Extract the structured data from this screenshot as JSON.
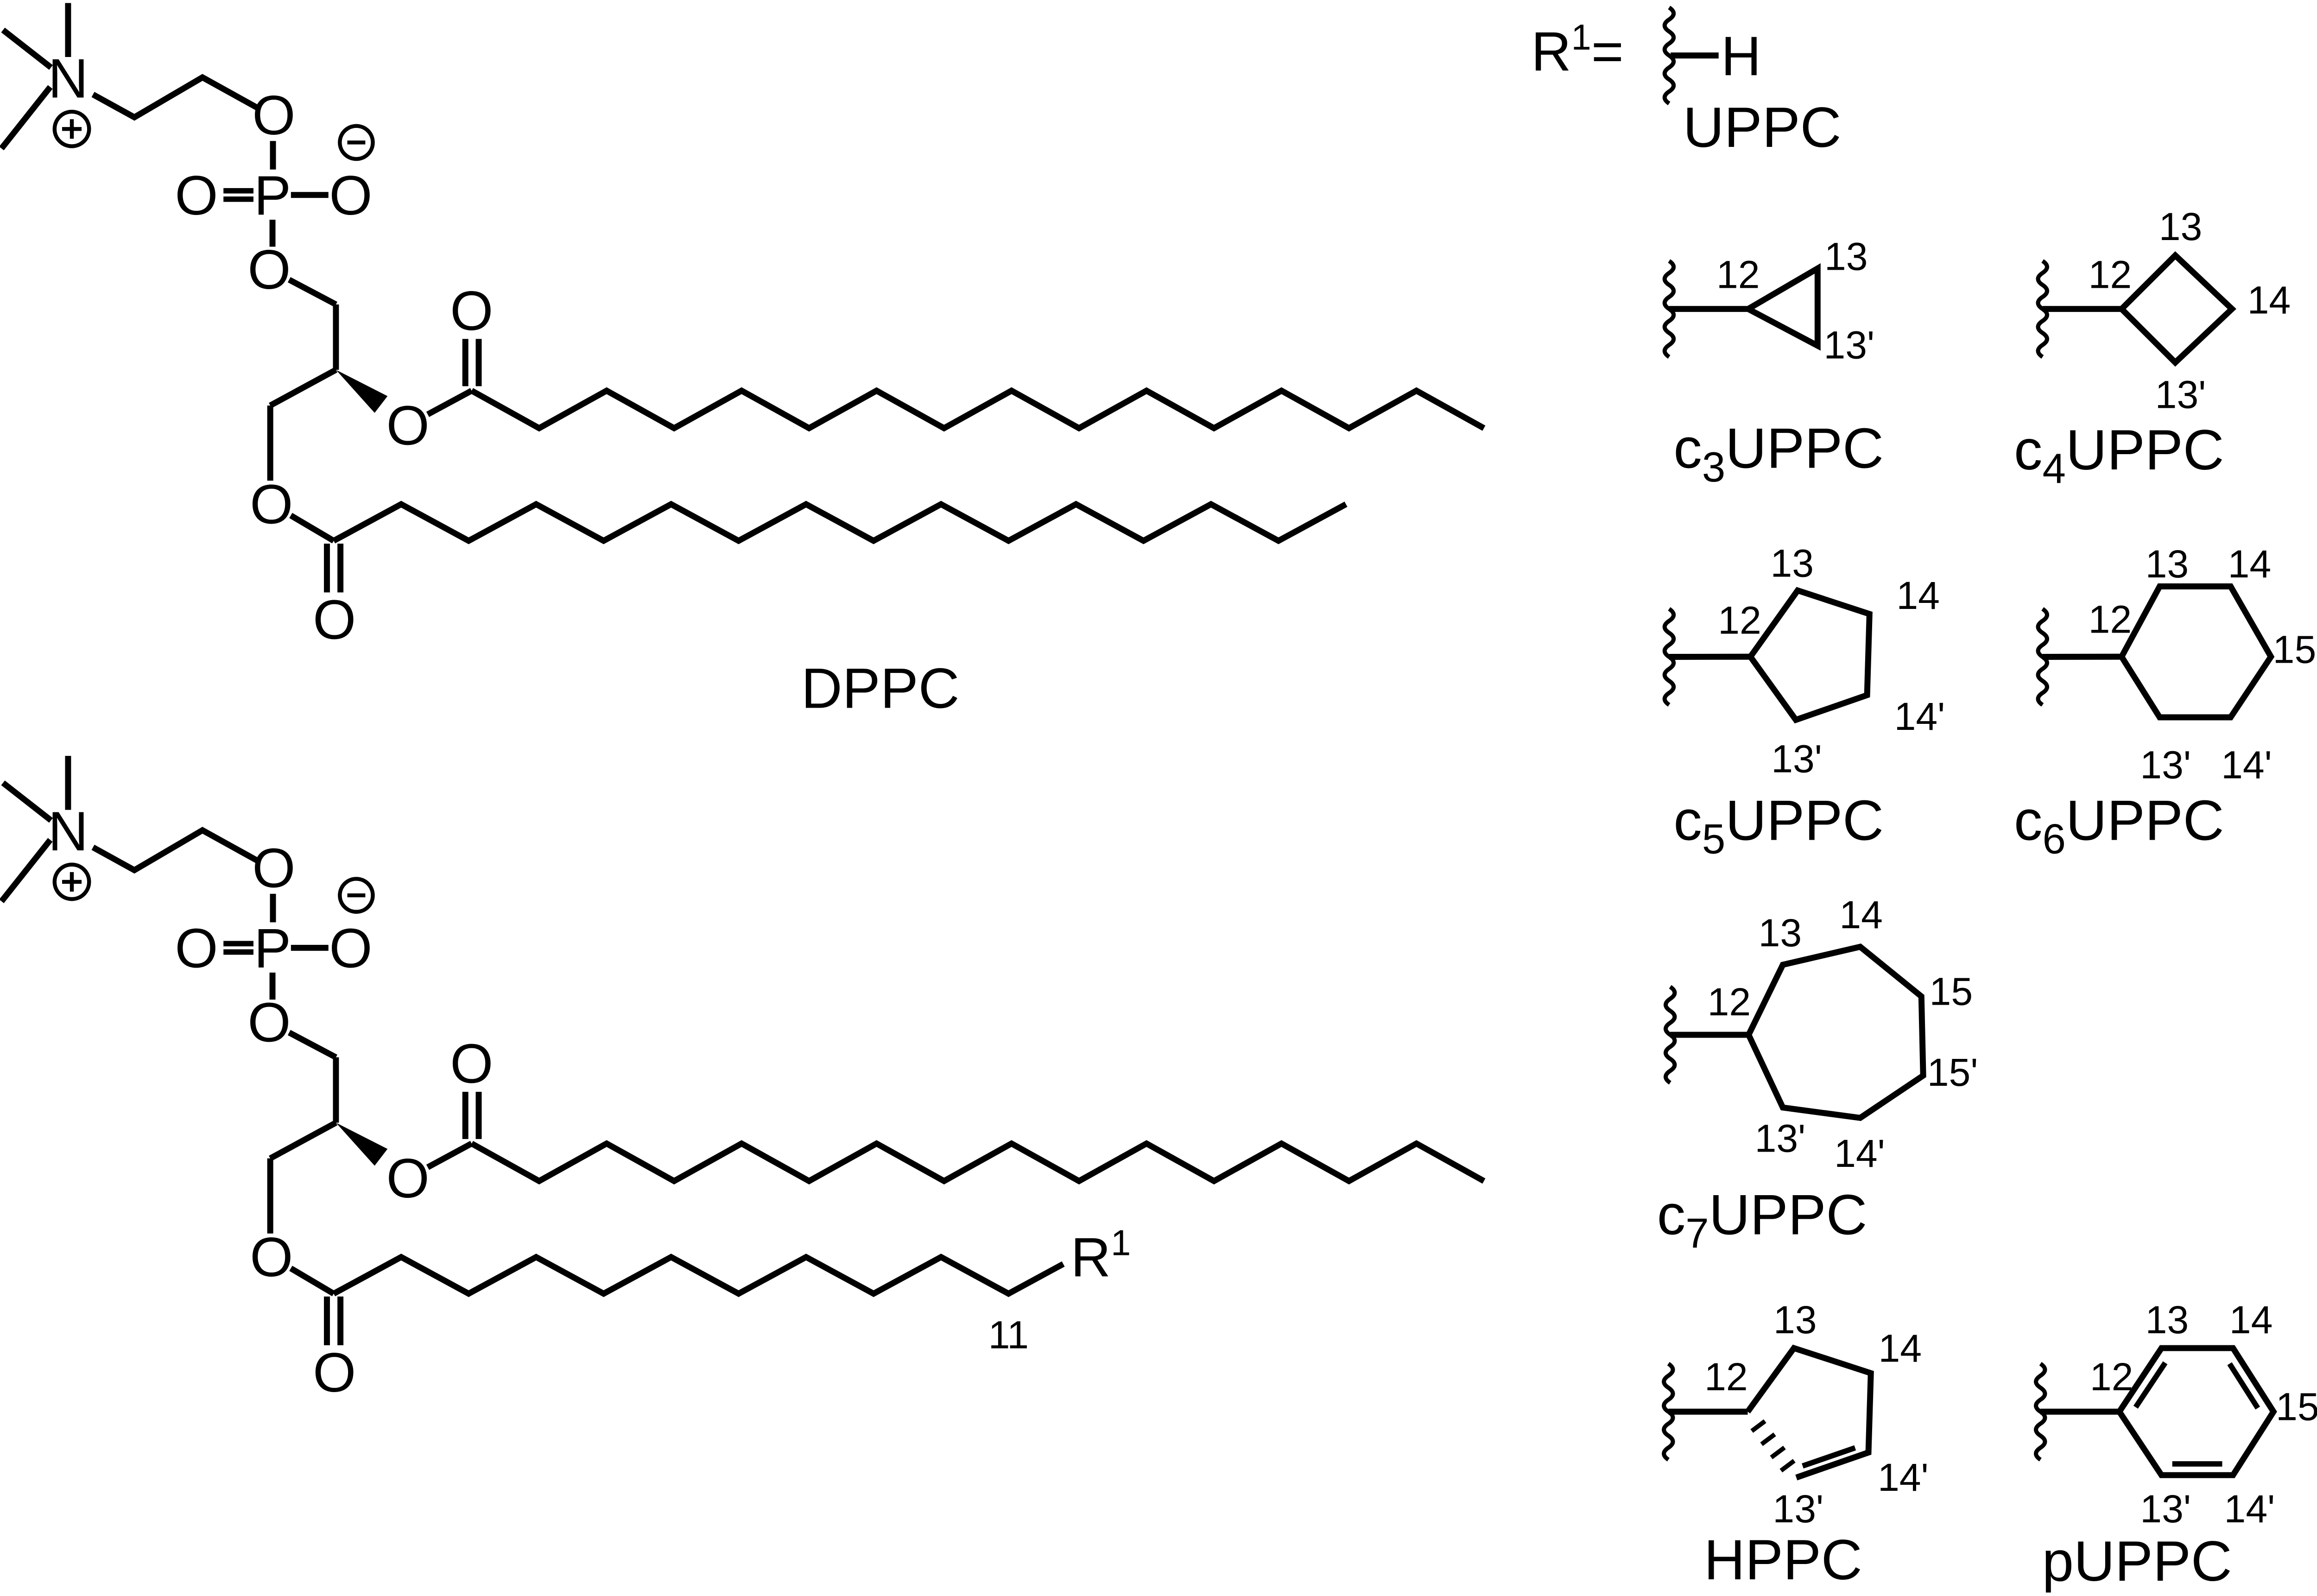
{
  "colors": {
    "ink": "#000000",
    "background": "#ffffff"
  },
  "atoms": {
    "nitrogen": "N",
    "oxygen": "O",
    "phosphorus": "P",
    "hydrogen": "H"
  },
  "charges": {
    "positive": "+",
    "negative": "-"
  },
  "molecules": {
    "dppc": {
      "label": "DPPC"
    },
    "scaffold": {
      "chain_position": "11",
      "r": {
        "symbol": "R",
        "superscript": "1"
      }
    }
  },
  "r1_key": {
    "symbol": "R",
    "superscript": "1",
    "equals": "=",
    "hydrogen": "H",
    "name": "UPPC"
  },
  "r_groups": {
    "c3": {
      "prefix": "c",
      "sub": "3",
      "suffix": "UPPC",
      "n12": "12",
      "n13": "13",
      "n13p": "13'"
    },
    "c4": {
      "prefix": "c",
      "sub": "4",
      "suffix": "UPPC",
      "n12": "12",
      "n13": "13",
      "n14": "14",
      "n13p": "13'"
    },
    "c5": {
      "prefix": "c",
      "sub": "5",
      "suffix": "UPPC",
      "n12": "12",
      "n13": "13",
      "n14": "14",
      "n14p": "14'",
      "n13p": "13'"
    },
    "c6": {
      "prefix": "c",
      "sub": "6",
      "suffix": "UPPC",
      "n12": "12",
      "n13": "13",
      "n14": "14",
      "n15": "15",
      "n14p": "14'",
      "n13p": "13'"
    },
    "c7": {
      "prefix": "c",
      "sub": "7",
      "suffix": "UPPC",
      "n12": "12",
      "n13": "13",
      "n14": "14",
      "n15": "15",
      "n15p": "15'",
      "n14p": "14'",
      "n13p": "13'"
    },
    "hppc": {
      "name": "HPPC",
      "n12": "12",
      "n13": "13",
      "n14": "14",
      "n14p": "14'",
      "n13p": "13'"
    },
    "puppc": {
      "name": "pUPPC",
      "n12": "12",
      "n13": "13",
      "n14": "14",
      "n15": "15",
      "n14p": "14'",
      "n13p": "13'"
    }
  }
}
